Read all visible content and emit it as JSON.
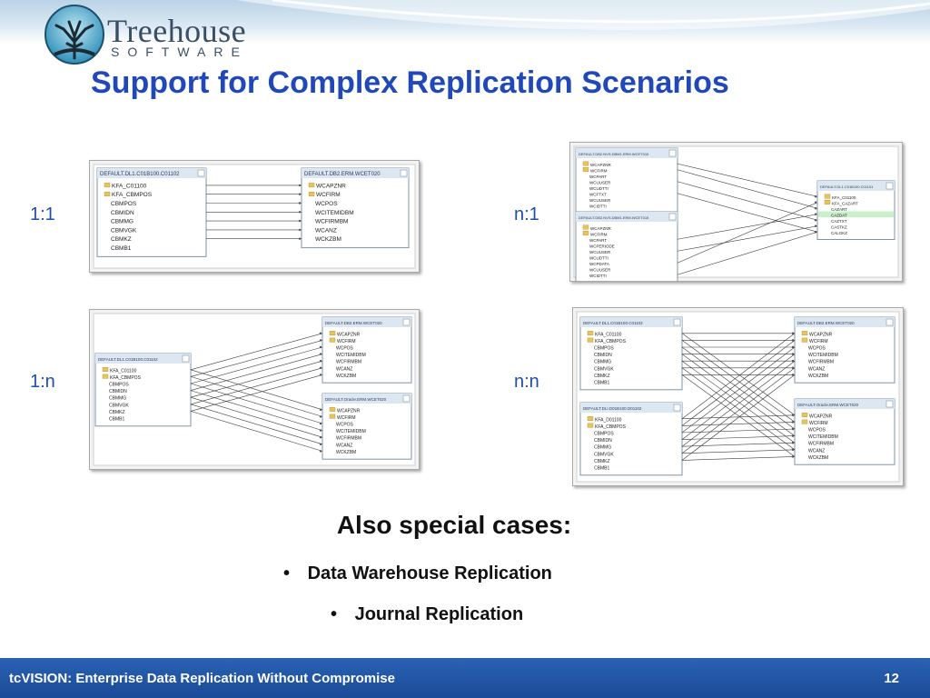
{
  "logo": {
    "word": "Treehouse",
    "sub": "SOFTWARE"
  },
  "title": "Support for Complex Replication Scenarios",
  "labels": {
    "one_one": "1:1",
    "n_one": "n:1",
    "one_n": "1:n",
    "n_n": "n:n"
  },
  "special": {
    "title": "Also special cases:",
    "items": [
      "Data Warehouse Replication",
      "Journal Replication"
    ]
  },
  "footer": {
    "text": "tcVISION: Enterprise Data Replication Without Compromise",
    "page": "12"
  },
  "diagrams": {
    "d11": {
      "src": {
        "title": "DEFAULT.DL1.C01B100.C01102",
        "fields": [
          "KFA_C01100",
          "KFA_CBMPOS",
          "CBMPOS",
          "CBMIDN",
          "CBMMG",
          "CBMVGK",
          "CBMKZ",
          "CBMB1"
        ]
      },
      "tgt": {
        "title": "DEFAULT.DB2.ERM.WCET020",
        "fields": [
          "WCAPZNR",
          "WCFIRM",
          "WCPOS",
          "WCITEMIDBM",
          "WCFIRMBM",
          "WCANZ",
          "WCKZBM"
        ]
      }
    },
    "dn1": {
      "src1": {
        "title": "DEFAULT.DB2.NVS.DBM1.ERM.WCET010",
        "fields": [
          "WCAPZNR",
          "WCFIRM",
          "WCPART",
          "WCUUSER",
          "WCUDTTI",
          "WCFTXT",
          "WCUUSER",
          "WCIDTTI"
        ]
      },
      "src2": {
        "title": "DEFAULT.DB2.NVS.DBM1.ERM.WCET015",
        "fields": [
          "WCAPZNR",
          "WCFIRM",
          "WCPART",
          "WCPERIODE",
          "WCUUSER",
          "WCUDTTI",
          "WCPDATA",
          "WCUUSER",
          "WCIDTTI"
        ]
      },
      "tgt": {
        "title": "DEFAULT.DL1.C01B100.C01101",
        "fields": [
          "KFA_C01100",
          "KFA_CAZART",
          "CAZART",
          "CAZDAT",
          "CAZTXT",
          "CASTKZ",
          "CALGKZ"
        ]
      }
    },
    "d1n": {
      "src": {
        "title": "DEFAULT.DL1.C01B100.C01102",
        "fields": [
          "KFA_C01100",
          "KFA_CBMPOS",
          "CBMPOS",
          "CBMIDN",
          "CBMMG",
          "CBMVGK",
          "CBMKZ",
          "CBMB1"
        ]
      },
      "tgt1": {
        "title": "DEFAULT.DB2.ERM.WCET020",
        "fields": [
          "WCAPZNR",
          "WCFIRM",
          "WCPOS",
          "WCITEMIDBM",
          "WCFIRMBM",
          "WCANZ",
          "WCKZBM"
        ]
      },
      "tgt2": {
        "title": "DEFAULT.Oracle.ERM.WCET020",
        "fields": [
          "WCAPZNR",
          "WCFIRM",
          "WCPOS",
          "WCITEMIDBM",
          "WCFIRMBM",
          "WCANZ",
          "WCKZBM"
        ]
      }
    },
    "dnn": {
      "src1": {
        "title": "DEFAULT.DL1.C01B100.C01102",
        "fields": [
          "KFA_C01100",
          "KFA_CBMPOS",
          "CBMPOS",
          "CBMIDN",
          "CBMMG",
          "CBMVGK",
          "CBMKZ",
          "CBMB1"
        ]
      },
      "src2": {
        "title": "DEFAULT.DLI.D01B100.D01102",
        "fields": [
          "KFA_D01100",
          "KFA_CBMPOS",
          "CBMPOS",
          "CBMIDN",
          "CBMMG",
          "CBMVGK",
          "CBMKZ",
          "CBMB1"
        ]
      },
      "tgt1": {
        "title": "DEFAULT.DB2.ERM.WCET020",
        "fields": [
          "WCAPZNR",
          "WCFIRM",
          "WCPOS",
          "WCITEMIDBM",
          "WCFIRMBM",
          "WCANZ",
          "WCKZBM"
        ]
      },
      "tgt2": {
        "title": "DEFAULT.Oracle.ERM.WCET020",
        "fields": [
          "WCAPZNR",
          "WCFIRM",
          "WCPOS",
          "WCITEMIDBM",
          "WCFIRMBM",
          "WCANZ",
          "WCKZBM"
        ]
      }
    }
  }
}
